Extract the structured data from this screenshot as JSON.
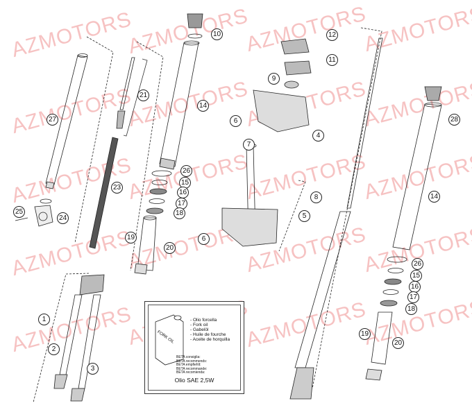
{
  "watermark": "AZMOTORS",
  "callouts": [
    "10",
    "21",
    "14",
    "27",
    "23",
    "26",
    "15",
    "16",
    "17",
    "18",
    "19",
    "20",
    "25",
    "24",
    "12",
    "11",
    "9",
    "6",
    "4",
    "7",
    "8",
    "5",
    "6",
    "28",
    "14",
    "26",
    "15",
    "16",
    "17",
    "18",
    "19",
    "20",
    "1",
    "2",
    "3"
  ],
  "oil_box": {
    "can_label": "FORK OIL",
    "names": [
      "- Olio forcella",
      "- Fork oil",
      "- Gabelöl",
      "- Huile de fourche",
      "- Aceite de horquilla"
    ],
    "beta_lines": [
      "BETA consiglia:",
      "BETA recommends:",
      "BETA empfiehlt:",
      "BETA recommande:",
      "BETA recomienda:"
    ],
    "oil_spec": "Olio SAE 2,5W"
  }
}
